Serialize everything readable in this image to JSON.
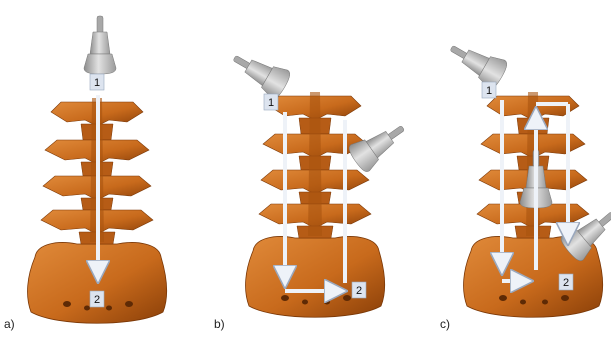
{
  "figure": {
    "panels": [
      {
        "letter": "a)",
        "markers": [
          "1",
          "2"
        ]
      },
      {
        "letter": "b)",
        "markers": [
          "1",
          "2"
        ]
      },
      {
        "letter": "c)",
        "markers": [
          "1",
          "2"
        ]
      }
    ]
  },
  "colors": {
    "bone": "#c86a1c",
    "bone_dark": "#8a3f08",
    "bone_light": "#e08a3a",
    "probe": "#bdbdbd",
    "probe_dark": "#8c8c8c",
    "arrow": "#eef2f8",
    "marker_bg": "#dde4ef",
    "marker_border": "#9aa8bd"
  }
}
